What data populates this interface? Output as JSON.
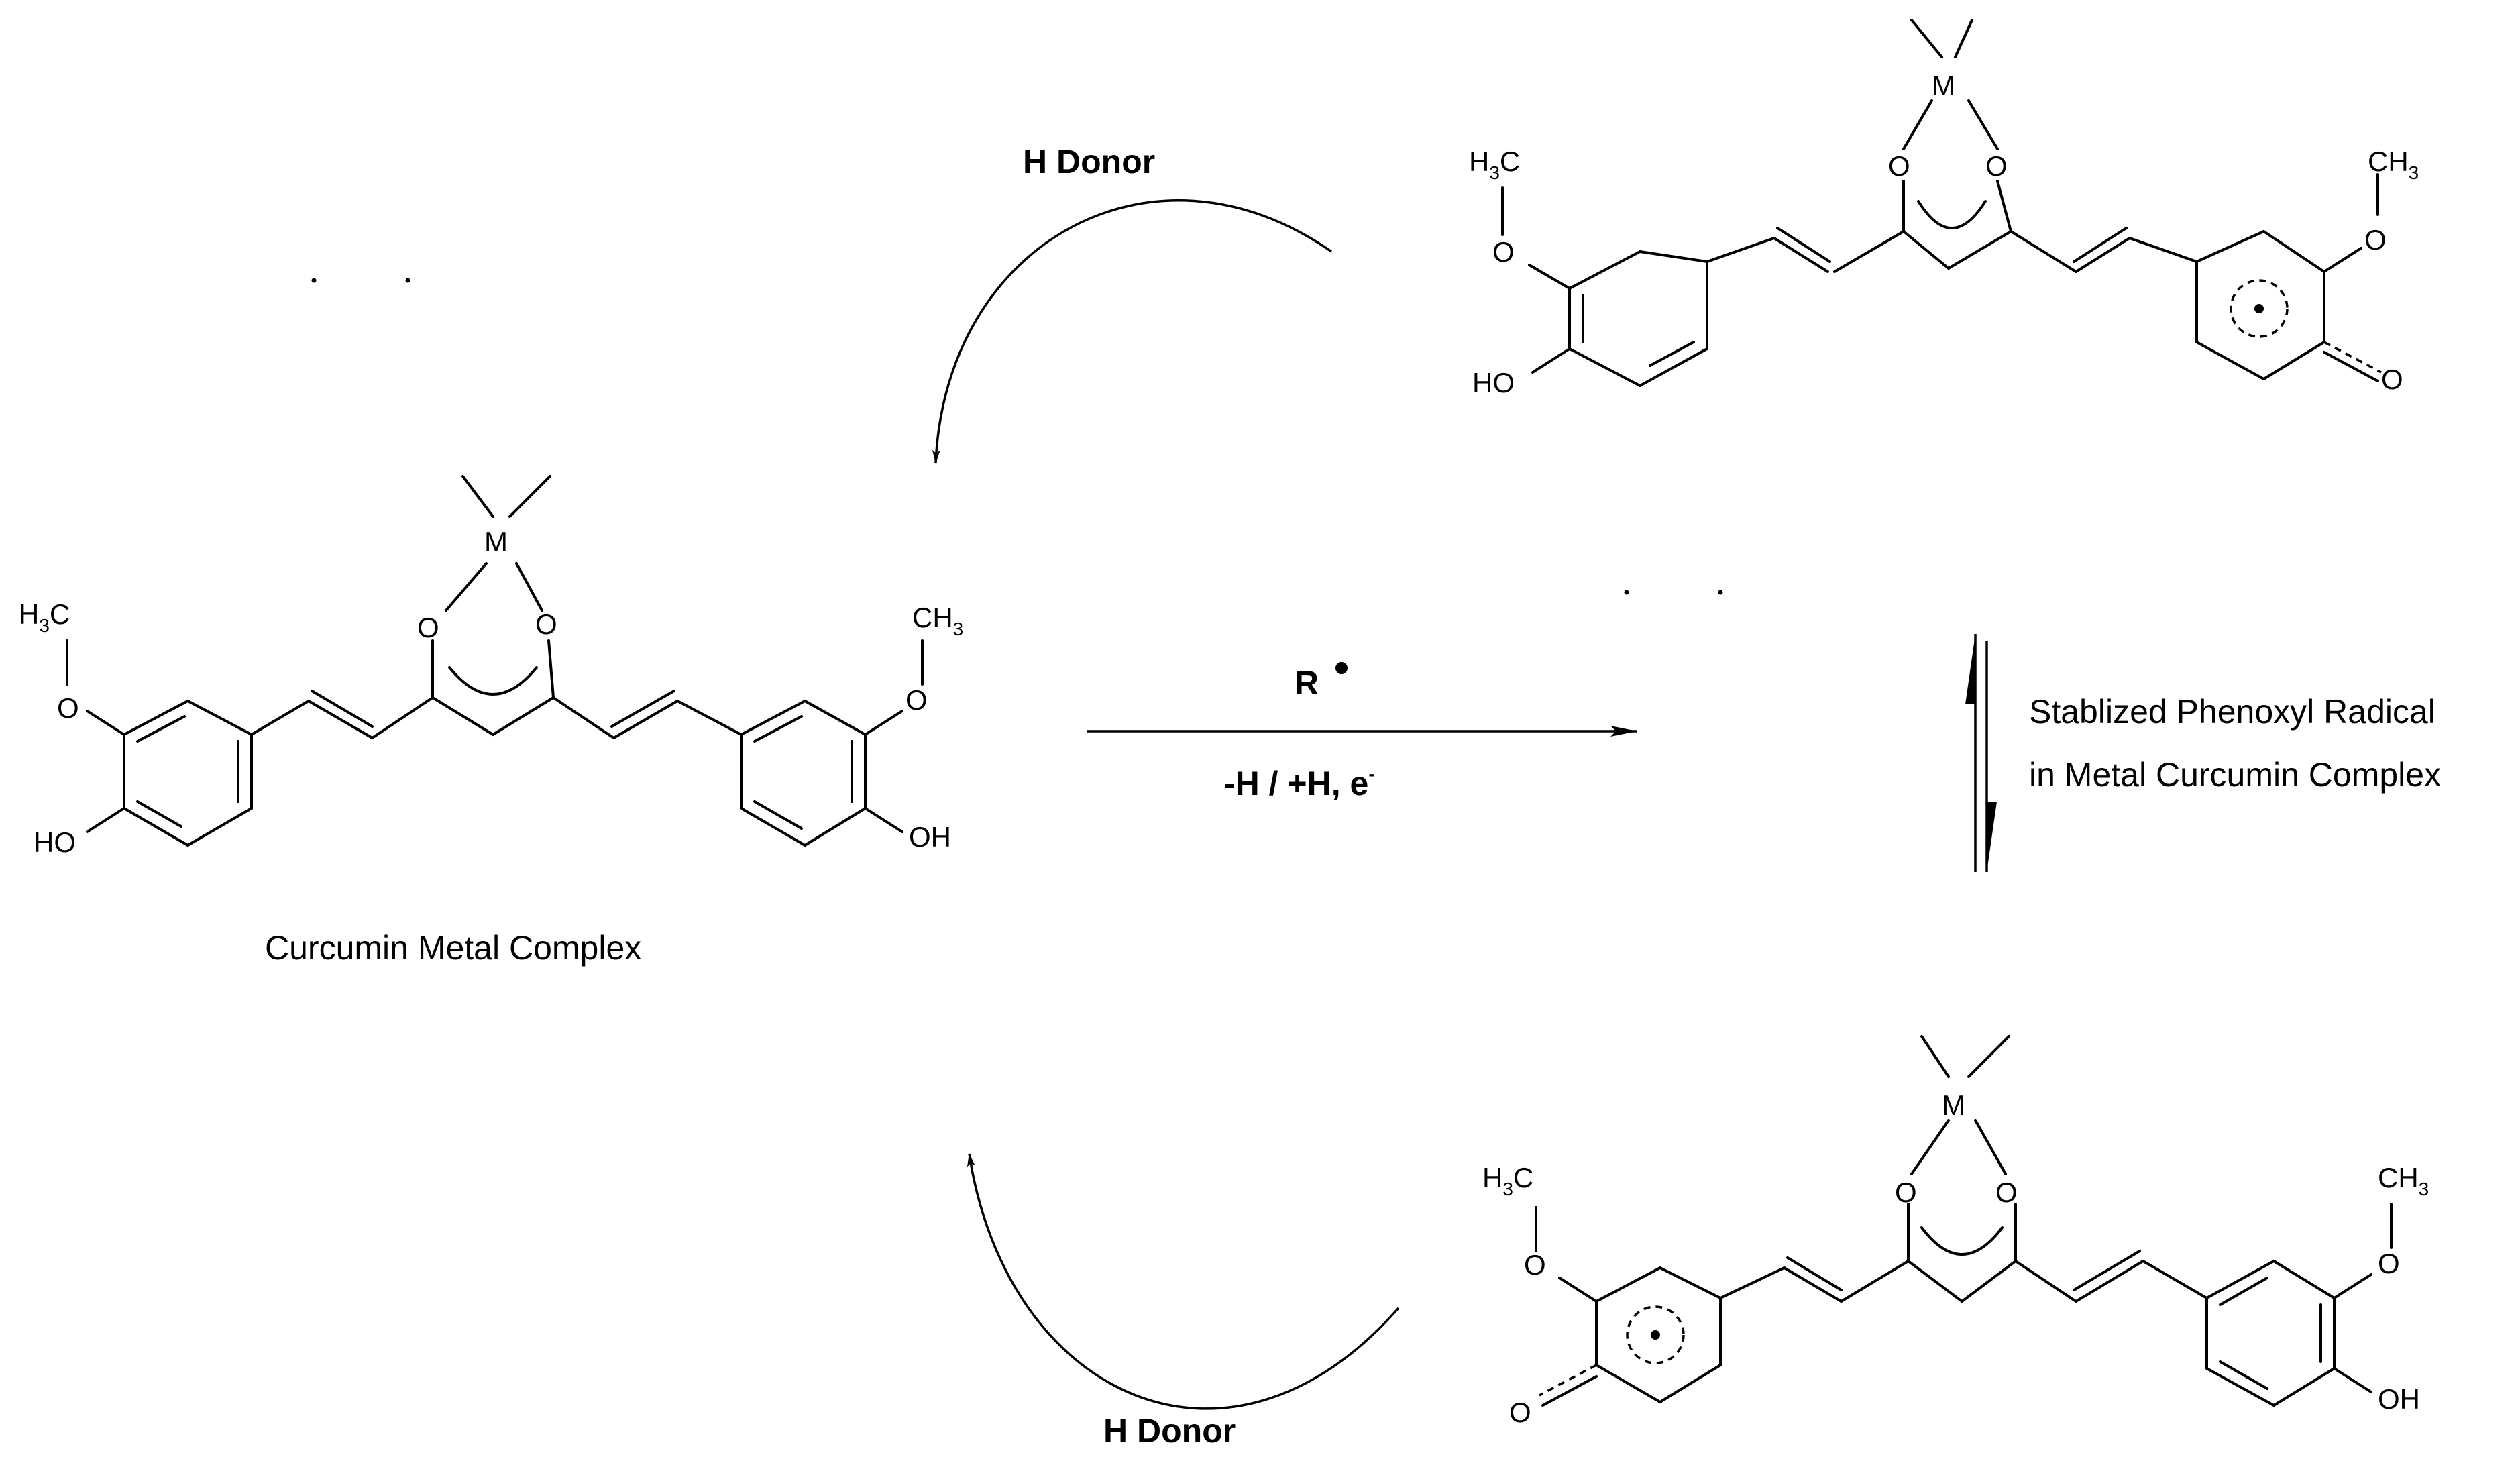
{
  "labels": {
    "complex_name": "Curcumin Metal Complex",
    "h_donor_top": "H Donor",
    "h_donor_bottom": "H Donor",
    "reagent": "R",
    "condition": "-H / +H, e",
    "condition_sup": "-",
    "equilibrium_line1": "Stablized Phenoxyl Radical",
    "equilibrium_line2": "in Metal Curcumin Complex"
  },
  "atoms": {
    "metal": "M",
    "oxygen": "O",
    "hydroxyl_right": "OH",
    "hydroxyl_left": "HO",
    "methyl_left_h": "H",
    "methyl_left_sub": "3",
    "methyl_left_c": "C",
    "methyl_right_ch": "CH",
    "methyl_right_sub": "3"
  }
}
